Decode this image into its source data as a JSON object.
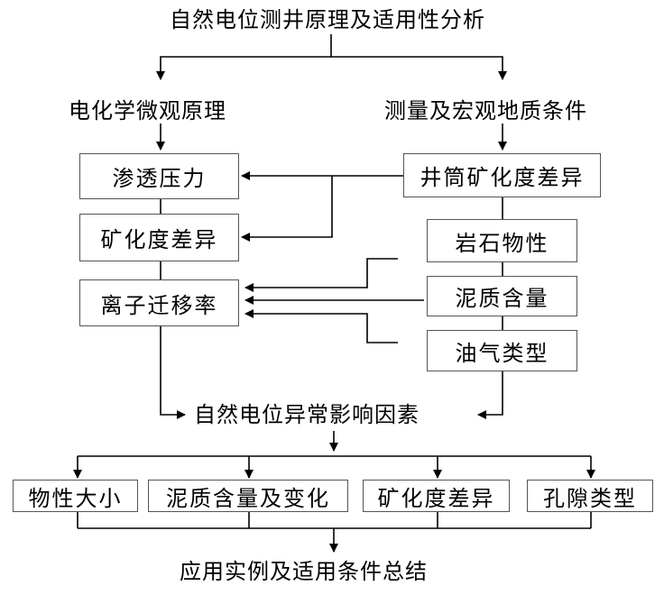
{
  "title": "自然电位测井原理及适用性分析",
  "left_branch": "电化学微观原理",
  "right_branch": "测量及宏观地质条件",
  "left_boxes": [
    "渗透压力",
    "矿化度差异",
    "离子迁移率"
  ],
  "right_boxes": [
    "井筒矿化度差异",
    "岩石物性",
    "泥质含量",
    "油气类型"
  ],
  "merge_node": "自然电位异常影响因素",
  "factor_boxes": [
    "物性大小",
    "泥质含量及变化",
    "矿化度差异",
    "孔隙类型"
  ],
  "conclusion": "应用实例及适用条件总结"
}
